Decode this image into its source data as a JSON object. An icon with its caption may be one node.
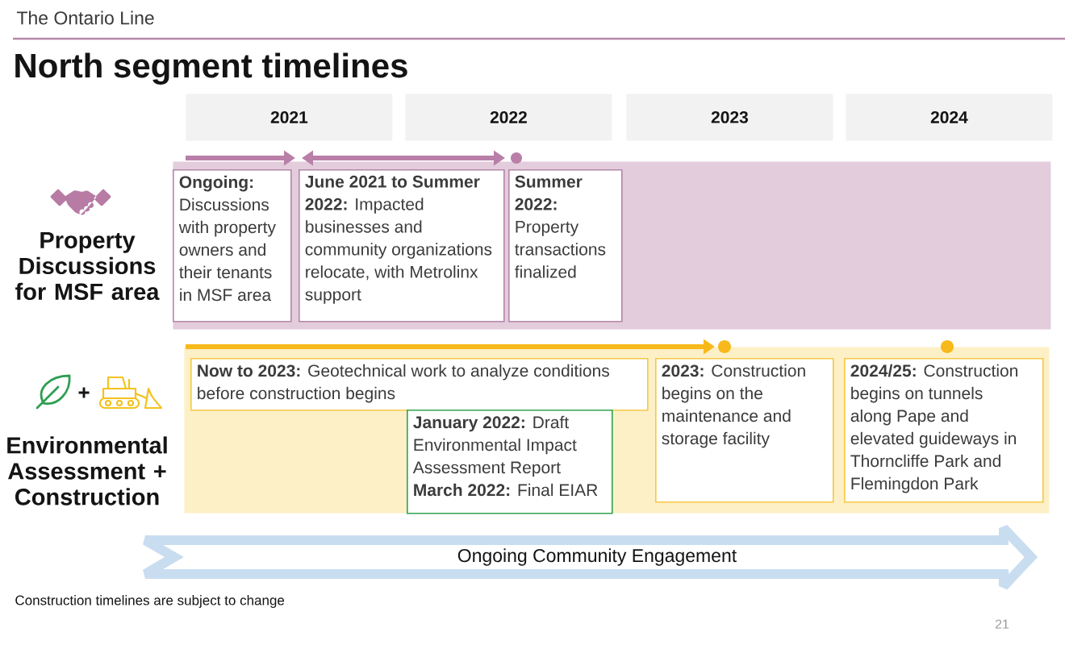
{
  "diagram": {
    "title": "North segment timelines",
    "nodes": [
      {
        "text": [
          "2021"
        ]
      },
      {
        "text": [
          "2022"
        ]
      },
      {
        "text": [
          "2023"
        ]
      },
      {
        "text": [
          "2024"
        ]
      },
      {
        "text": [
          "Property Discussions for MSF area"
        ]
      },
      {
        "text": [
          "**Ongoing:** Discussions with property owners and their tenants in MSF area"
        ],
        "in": 4
      },
      {
        "text": [
          "**June 2021 to Summer 2022:** Impacted businesses and community organizations relocate, with Metrolinx support"
        ],
        "in": 4
      },
      {
        "text": [
          "**Summer 2022:** Property transactions finalized"
        ],
        "in": 4
      },
      {
        "text": [
          "Environmental Assessment + Construction"
        ]
      },
      {
        "text": [
          "**Now to 2023:** Geotechnical work to analyze conditions before construction begins"
        ],
        "in": 8
      },
      {
        "text": [
          "**January 2022:** Draft Environmental Impact Assessment Report",
          "**March 2022:** Final EIAR"
        ],
        "in": 8
      },
      {
        "text": [
          "**2023:** Construction begins on the maintenance and storage facility"
        ],
        "in": 8
      },
      {
        "text": [
          "**2024/25:** Construction begins on tunnels along Pape and elevated guideways in Thorncliffe Park and Flemingdon Park"
        ],
        "in": 8
      },
      {
        "text": [
          "Ongoing Community Engagement"
        ]
      }
    ],
    "labels": [
      "The Ontario Line",
      "+",
      "Construction timelines are subject to change",
      "21"
    ]
  }
}
